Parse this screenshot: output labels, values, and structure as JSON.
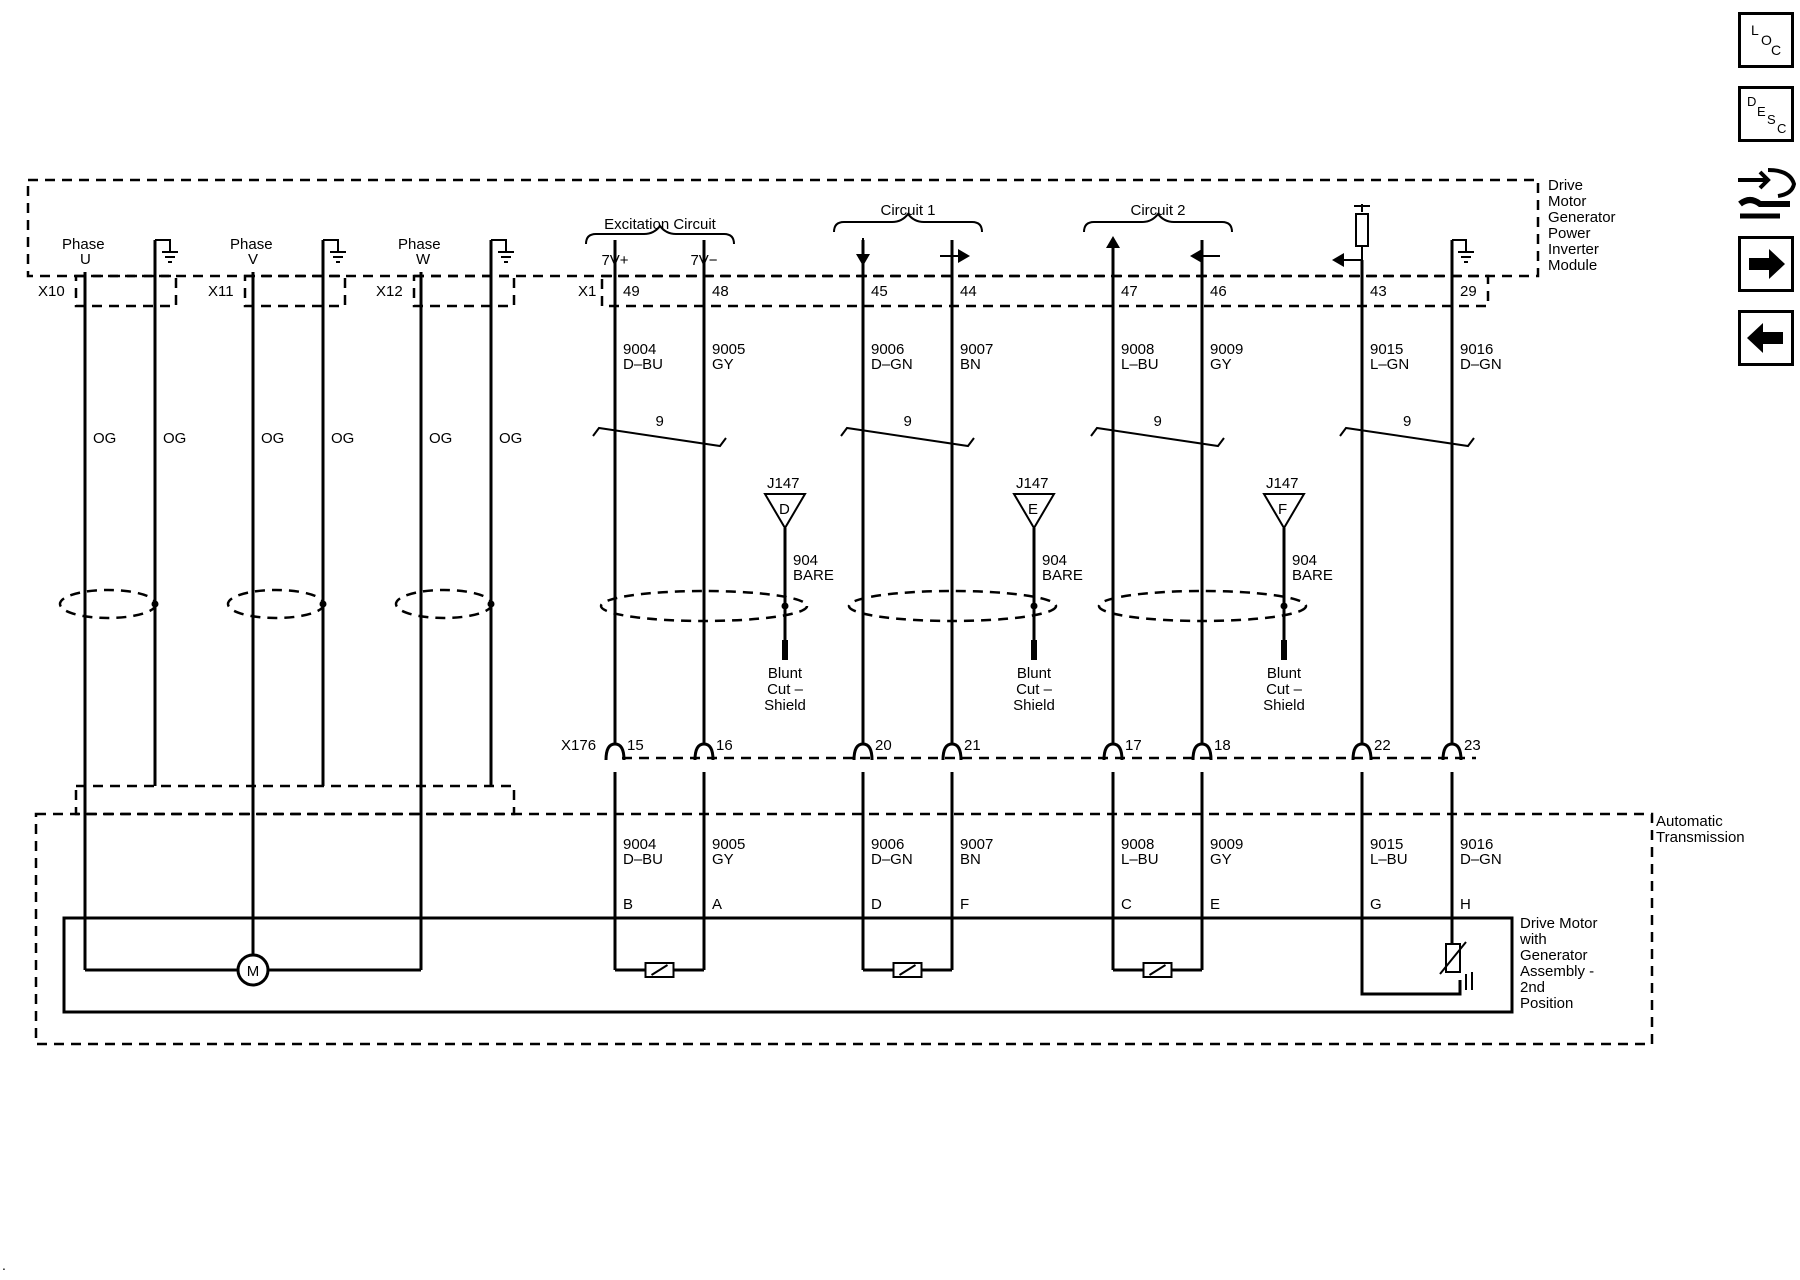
{
  "toolbar": {
    "loc": [
      "L",
      "O",
      "C"
    ],
    "desc": [
      "D",
      "E",
      "S",
      "C"
    ]
  },
  "modules": {
    "inverter": [
      "Drive",
      "Motor",
      "Generator",
      "Power",
      "Inverter",
      "Module"
    ],
    "transmission": [
      "Automatic",
      "Transmission"
    ],
    "motor_assembly": [
      "Drive Motor",
      "with",
      "Generator",
      "Assembly -",
      "2nd",
      "Position"
    ],
    "motor_symbol": "M"
  },
  "connectors": {
    "x10": "X10",
    "x11": "X11",
    "x12": "X12",
    "x1": "X1",
    "x176": "X176"
  },
  "phases": [
    {
      "label": "Phase",
      "sub": "U",
      "wire": "OG",
      "gwire": "OG"
    },
    {
      "label": "Phase",
      "sub": "V",
      "wire": "OG",
      "gwire": "OG"
    },
    {
      "label": "Phase",
      "sub": "W",
      "wire": "OG",
      "gwire": "OG"
    }
  ],
  "groups": [
    {
      "title": "Excitation Circuit",
      "sublabels": [
        "7V+",
        "7V−"
      ]
    },
    {
      "title": "Circuit 1"
    },
    {
      "title": "Circuit 2"
    }
  ],
  "twist_count": "9",
  "splices": [
    {
      "name": "J147",
      "letter": "D",
      "circuit": "904",
      "color": "BARE",
      "end": [
        "Blunt",
        "Cut –",
        "Shield"
      ]
    },
    {
      "name": "J147",
      "letter": "E",
      "circuit": "904",
      "color": "BARE",
      "end": [
        "Blunt",
        "Cut –",
        "Shield"
      ]
    },
    {
      "name": "J147",
      "letter": "F",
      "circuit": "904",
      "color": "BARE",
      "end": [
        "Blunt",
        "Cut –",
        "Shield"
      ]
    }
  ],
  "wires": [
    {
      "x1_pin": "49",
      "circuit": "9004",
      "color_top": "D–BU",
      "x176_pin": "15",
      "circuit_b": "9004",
      "color_bottom": "D–BU",
      "motor_pin": "B"
    },
    {
      "x1_pin": "48",
      "circuit": "9005",
      "color_top": "GY",
      "x176_pin": "16",
      "circuit_b": "9005",
      "color_bottom": "GY",
      "motor_pin": "A"
    },
    {
      "x1_pin": "45",
      "circuit": "9006",
      "color_top": "D–GN",
      "x176_pin": "20",
      "circuit_b": "9006",
      "color_bottom": "D–GN",
      "motor_pin": "D"
    },
    {
      "x1_pin": "44",
      "circuit": "9007",
      "color_top": "BN",
      "x176_pin": "21",
      "circuit_b": "9007",
      "color_bottom": "BN",
      "motor_pin": "F"
    },
    {
      "x1_pin": "47",
      "circuit": "9008",
      "color_top": "L–BU",
      "x176_pin": "17",
      "circuit_b": "9008",
      "color_bottom": "L–BU",
      "motor_pin": "C"
    },
    {
      "x1_pin": "46",
      "circuit": "9009",
      "color_top": "GY",
      "x176_pin": "18",
      "circuit_b": "9009",
      "color_bottom": "GY",
      "motor_pin": "E"
    },
    {
      "x1_pin": "43",
      "circuit": "9015",
      "color_top": "L–GN",
      "x176_pin": "22",
      "circuit_b": "9015",
      "color_bottom": "L–BU",
      "motor_pin": "G"
    },
    {
      "x1_pin": "29",
      "circuit": "9016",
      "color_top": "D–GN",
      "x176_pin": "23",
      "circuit_b": "9016",
      "color_bottom": "D–GN",
      "motor_pin": "H"
    }
  ]
}
